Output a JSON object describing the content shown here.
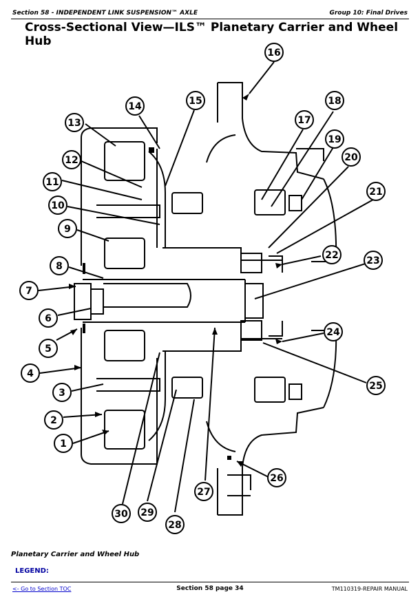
{
  "header": {
    "section": "Section 58 - INDEPENDENT LINK SUSPENSION™ AXLE",
    "group": "Group 10: Final Drives"
  },
  "title": "Cross-Sectional View—ILS™ Planetary Carrier and Wheel Hub",
  "diagram": {
    "callouts": [
      "1",
      "2",
      "3",
      "4",
      "5",
      "6",
      "7",
      "8",
      "9",
      "10",
      "11",
      "12",
      "13",
      "14",
      "15",
      "16",
      "17",
      "18",
      "19",
      "20",
      "21",
      "22",
      "23",
      "24",
      "25",
      "26",
      "27",
      "28",
      "29",
      "30"
    ]
  },
  "caption": "Planetary Carrier and Wheel Hub",
  "legend_label": "LEGEND:",
  "footer": {
    "toc_link": "<- Go to Section TOC",
    "page": "Section 58 page 34",
    "manual": "TM110319-REPAIR MANUAL"
  }
}
